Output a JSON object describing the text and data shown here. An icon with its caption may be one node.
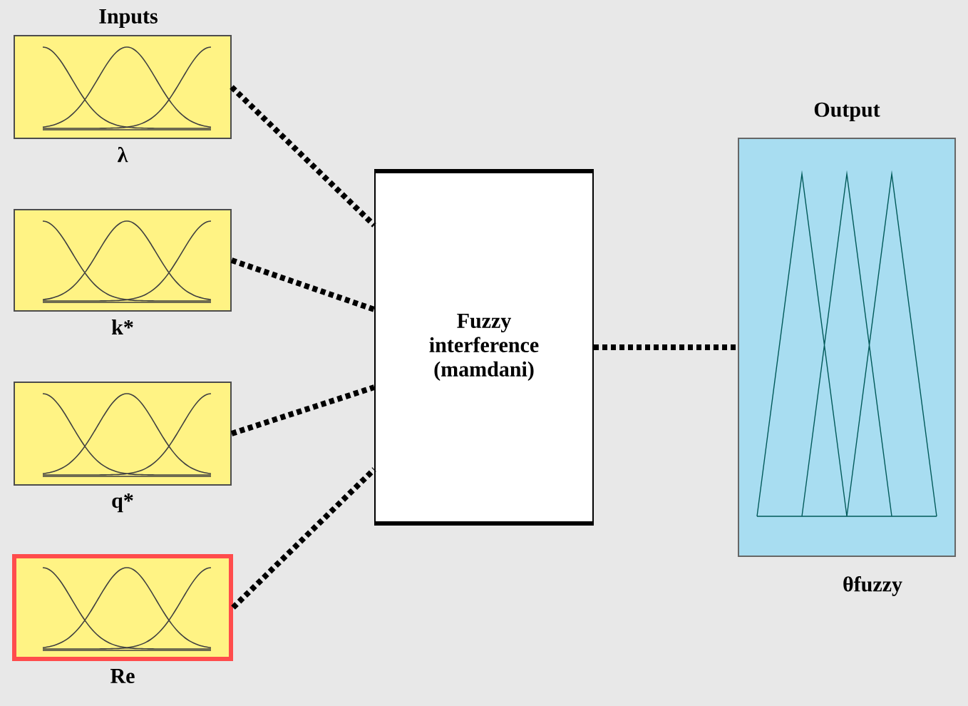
{
  "diagram": {
    "nodes": [
      {
        "text": [
          "λ"
        ]
      },
      {
        "text": [
          "k*"
        ]
      },
      {
        "text": [
          "q*"
        ]
      },
      {
        "text": [
          "Re"
        ]
      },
      {
        "text": [
          "Fuzzy interference (mamdani)"
        ]
      },
      {
        "text": [
          "Output",
          "θfuzzy"
        ]
      }
    ],
    "edges": [
      {
        "from": 0,
        "to": 4,
        "arrow": "none",
        "style": "dashed"
      },
      {
        "from": 1,
        "to": 4,
        "arrow": "none",
        "style": "dashed"
      },
      {
        "from": 2,
        "to": 4,
        "arrow": "none",
        "style": "dashed"
      },
      {
        "from": 3,
        "to": 4,
        "arrow": "none",
        "style": "dashed"
      },
      {
        "from": 4,
        "to": 5,
        "arrow": "none",
        "style": "dashed"
      }
    ],
    "labels": [
      "Inputs"
    ]
  }
}
